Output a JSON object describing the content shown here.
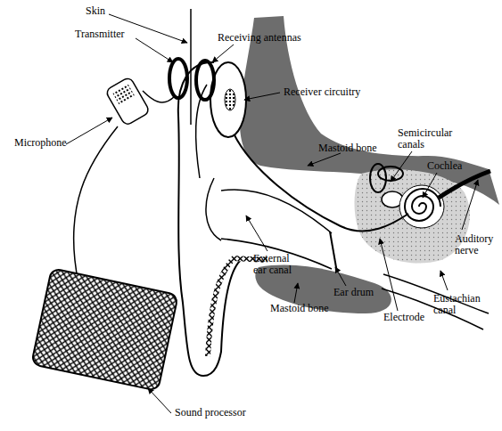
{
  "diagram": {
    "labels": [
      "Skin",
      "Transmitter",
      "Receiving antennas",
      "Receiver circuitry",
      "Semicircular canals",
      "Microphone",
      "Mastoid bone",
      "Cochlea",
      "Auditory nerve",
      "External ear canal",
      "Ear drum",
      "Mastoid bone",
      "Eustachian canal",
      "Electrode",
      "Sound processor"
    ]
  }
}
